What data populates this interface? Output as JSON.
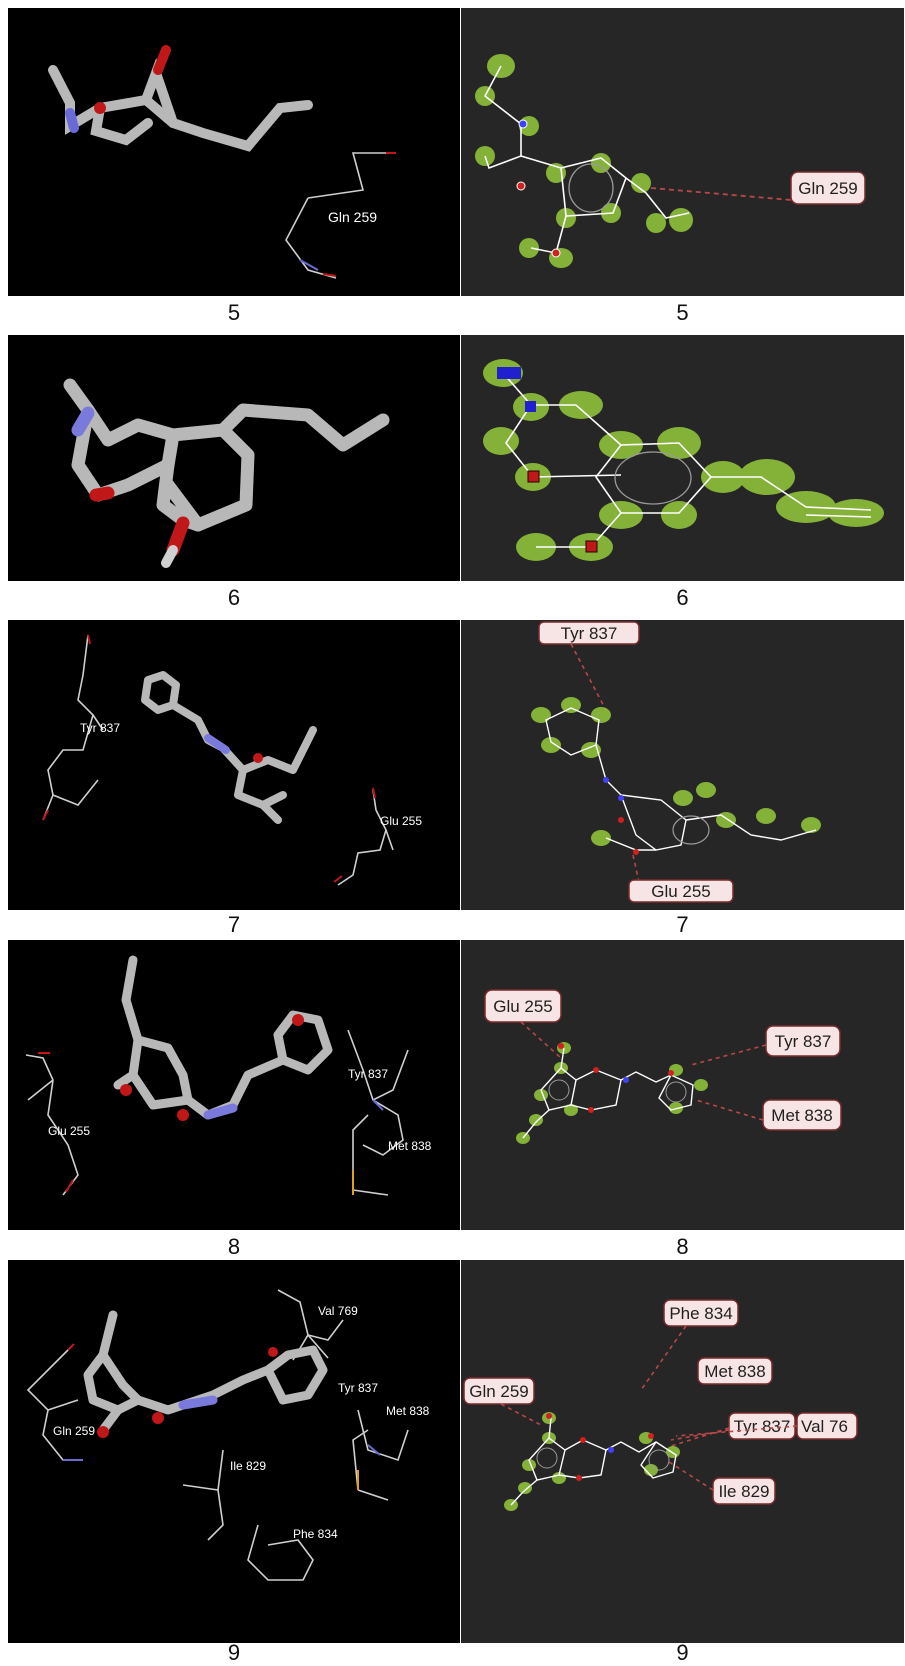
{
  "figure_rows": [
    {
      "caption_left": "5",
      "caption_right": "5",
      "labels_3d": [
        "Gln 259"
      ],
      "labels_2d": [
        "Gln 259"
      ]
    },
    {
      "caption_left": "6",
      "caption_right": "6",
      "labels_3d": [],
      "labels_2d": []
    },
    {
      "caption_left": "7",
      "caption_right": "7",
      "labels_3d": [
        "Tyr 837",
        "Glu 255"
      ],
      "labels_2d": [
        "Tyr 837",
        "Glu 255"
      ]
    },
    {
      "caption_left": "8",
      "caption_right": "8",
      "labels_3d": [
        "Glu 255",
        "Tyr 837",
        "Met 838"
      ],
      "labels_2d": [
        "Glu 255",
        "Tyr 837",
        "Met 838"
      ]
    },
    {
      "caption_left": "9",
      "caption_right": "9",
      "labels_3d": [
        "Val 769",
        "Gln 259",
        "Tyr 837",
        "Met 838",
        "Ile 829",
        "Phe 834"
      ],
      "labels_2d": [
        "Phe 834",
        "Met 838",
        "Gln 259",
        "Tyr 837",
        "Val 76",
        "Ile 829"
      ]
    }
  ],
  "colors": {
    "panel_3d_bg": "#000000",
    "panel_2d_bg": "#262626",
    "stick_gray": "#b8b8b8",
    "oxygen_red": "#c01818",
    "nitrogen_blue": "#6a6ad6",
    "hydrophobic_green": "#8fc23a",
    "label_box_fill": "#f7e4e4",
    "label_box_border": "#7a2a2a",
    "interaction_dash": "#b84848"
  }
}
